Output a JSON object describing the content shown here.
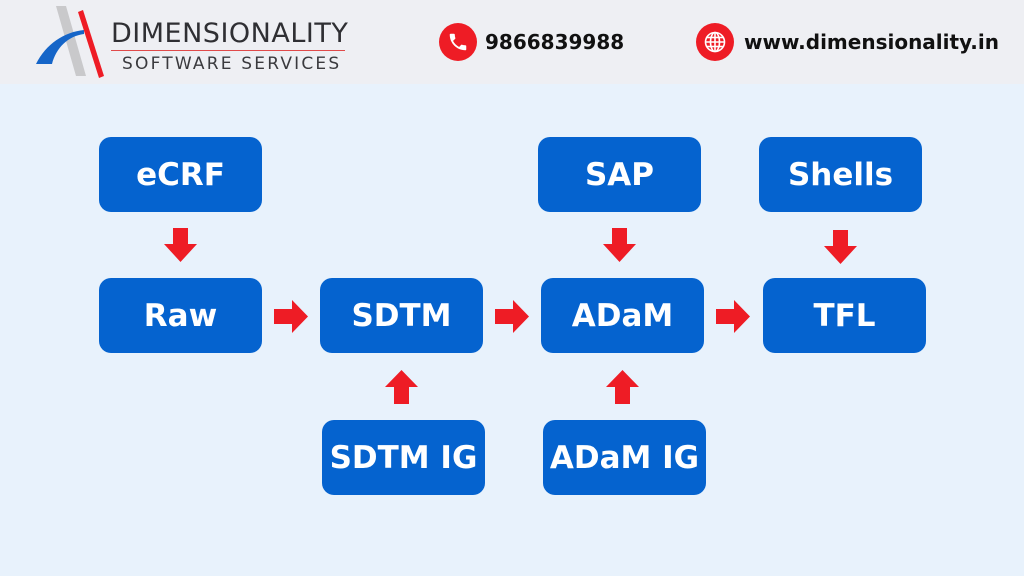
{
  "header": {
    "brand_name": "DIMENSIONALITY",
    "brand_subtitle": "SOFTWARE SERVICES",
    "phone": "9866839988",
    "website": "www.dimensionality.in",
    "icons": {
      "phone": "phone-icon",
      "website": "globe-icon"
    }
  },
  "colors": {
    "box_fill": "#0563cf",
    "arrow": "#ee1c25",
    "background": "#e8f2fc",
    "header_bg": "#eeeff3"
  },
  "diagram": {
    "nodes": {
      "ecrf": "eCRF",
      "raw": "Raw",
      "sdtm": "SDTM",
      "adam": "ADaM",
      "tfl": "TFL",
      "sap": "SAP",
      "shells": "Shells",
      "sdtm_ig": "SDTM IG",
      "adam_ig": "ADaM IG"
    },
    "edges": [
      [
        "eCRF",
        "Raw"
      ],
      [
        "Raw",
        "SDTM"
      ],
      [
        "SDTM IG",
        "SDTM"
      ],
      [
        "SDTM",
        "ADaM"
      ],
      [
        "SAP",
        "ADaM"
      ],
      [
        "ADaM IG",
        "ADaM"
      ],
      [
        "ADaM",
        "TFL"
      ],
      [
        "Shells",
        "TFL"
      ]
    ]
  }
}
